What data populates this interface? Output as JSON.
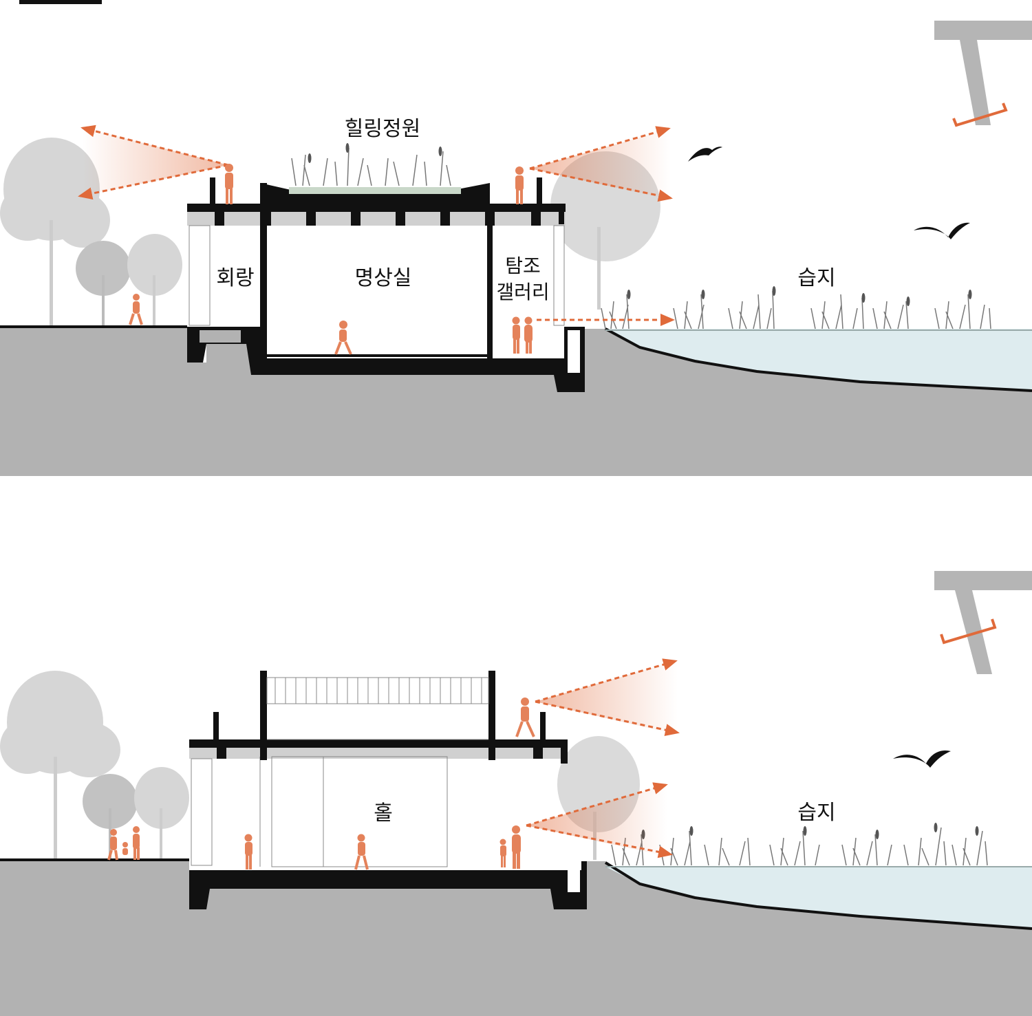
{
  "colors": {
    "accent_orange": "#e06a3a",
    "figure_orange": "#e4825a",
    "ground_gray": "#b2b2b2",
    "water_blue": "#deecef",
    "wall_black": "#111111",
    "tree_gray": "#c8c8c8"
  },
  "section_a": {
    "labels": {
      "healing_garden": "힐링정원",
      "corridor": "회랑",
      "meditation_room": "명상실",
      "gallery_line1": "탐조",
      "gallery_line2": "갤러리",
      "wetland": "습지"
    },
    "icons": [
      "tree-silhouette-icon",
      "person-silhouette-icon",
      "bird-silhouette-icon",
      "reed-icon",
      "view-arrow-icon",
      "key-plan-icon"
    ]
  },
  "section_b": {
    "labels": {
      "hall": "홀",
      "wetland": "습지"
    },
    "icons": [
      "tree-silhouette-icon",
      "person-silhouette-icon",
      "bird-silhouette-icon",
      "reed-icon",
      "view-arrow-icon",
      "key-plan-icon"
    ]
  }
}
